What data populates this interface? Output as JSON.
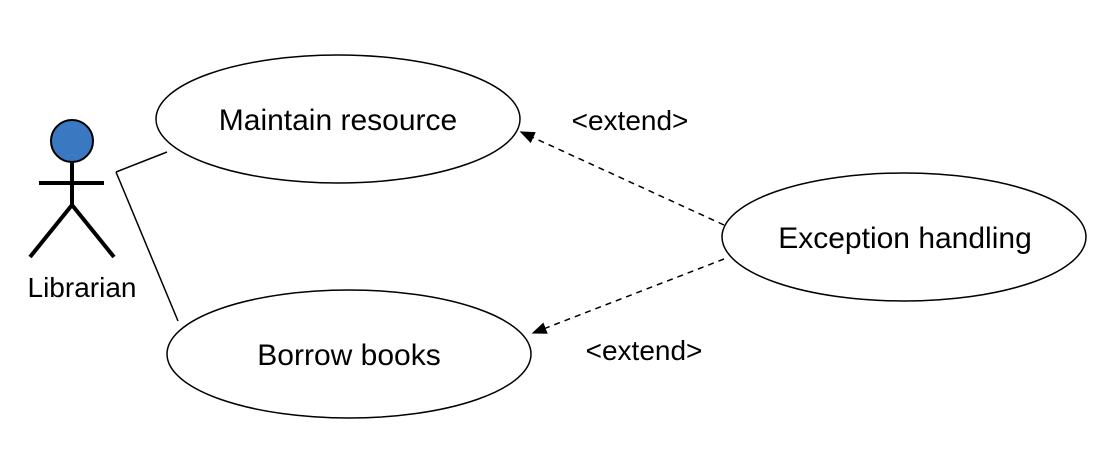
{
  "actor": {
    "label": "Librarian",
    "head_color": "#3a78c2"
  },
  "use_cases": {
    "maintain": {
      "label": "Maintain resource"
    },
    "borrow": {
      "label": "Borrow books"
    },
    "exception": {
      "label": "Exception handling"
    }
  },
  "relations": {
    "extend_top": {
      "label": "<extend>"
    },
    "extend_bottom": {
      "label": "<extend>"
    }
  }
}
